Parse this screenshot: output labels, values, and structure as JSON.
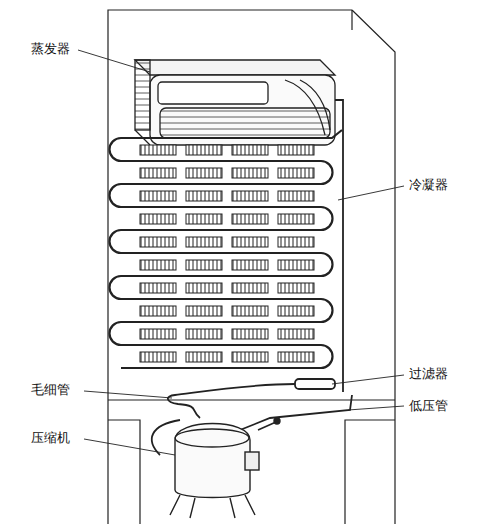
{
  "diagram": {
    "labels": [
      "蒸发器",
      "冷凝器",
      "过滤器",
      "低压管",
      "毛细管",
      "压缩机"
    ]
  }
}
